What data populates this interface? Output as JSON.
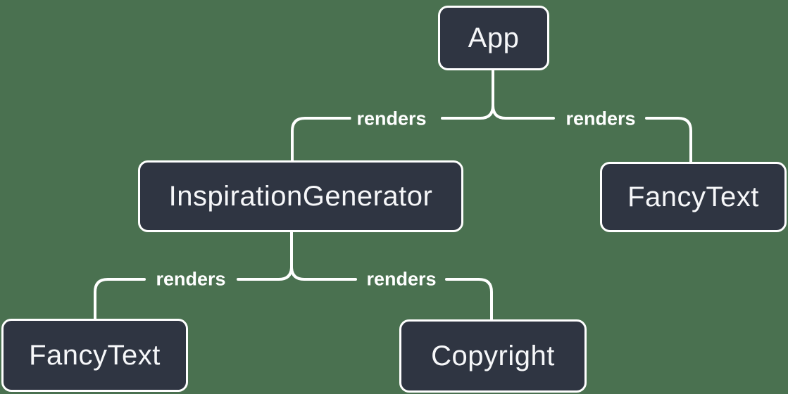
{
  "colors": {
    "bg": "#4A7150",
    "node-fill": "#2F3542",
    "node-text": "#F6F7F9",
    "line": "#FFFFFF"
  },
  "diagram": {
    "type": "component-render-tree",
    "nodes": [
      {
        "id": "app",
        "label": "App"
      },
      {
        "id": "inspiration-generator",
        "label": "InspirationGenerator"
      },
      {
        "id": "fancy-text-top",
        "label": "FancyText"
      },
      {
        "id": "fancy-text-bottom",
        "label": "FancyText"
      },
      {
        "id": "copyright",
        "label": "Copyright"
      }
    ],
    "edges": [
      {
        "from": "App",
        "to": "InspirationGenerator",
        "label": "renders"
      },
      {
        "from": "App",
        "to": "FancyText",
        "label": "renders"
      },
      {
        "from": "InspirationGenerator",
        "to": "FancyText",
        "label": "renders"
      },
      {
        "from": "InspirationGenerator",
        "to": "Copyright",
        "label": "renders"
      }
    ]
  }
}
